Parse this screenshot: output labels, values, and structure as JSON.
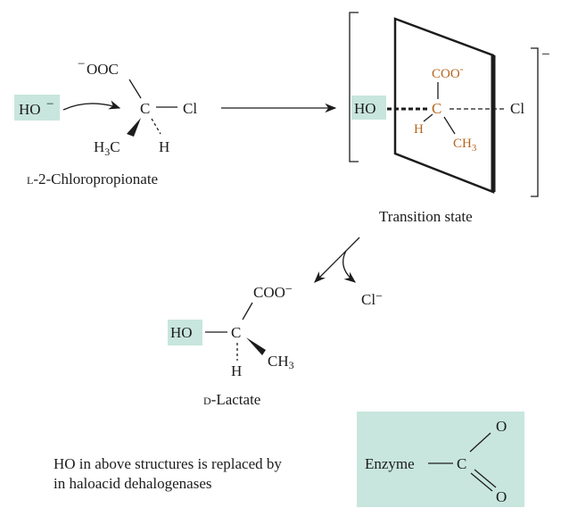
{
  "reactant": {
    "nucleophile": "HO",
    "charge": "−",
    "carboxylate": "OOC",
    "carbon": "C",
    "chlorine": "Cl",
    "methyl_h": "H",
    "methyl_sub": "3",
    "methyl_c": "C",
    "hydrogen": "H",
    "label_prefix": "l",
    "label": "-2-Chloropropionate"
  },
  "transition_state": {
    "nucleophile": "HO",
    "carboxylate": "COO",
    "charge": "-",
    "carbon": "C",
    "chlorine": "Cl",
    "hydrogen": "H",
    "methyl": "CH",
    "methyl_sub": "3",
    "overall_charge": "−",
    "label": "Transition state",
    "text_color": "#b5651d",
    "highlight_color": "#c8e6dd"
  },
  "leaving_group": {
    "chlorine": "Cl",
    "charge": "−"
  },
  "product": {
    "carboxylate": "COO",
    "charge": "−",
    "hydroxyl": "HO",
    "carbon": "C",
    "methyl": "CH",
    "methyl_sub": "3",
    "hydrogen": "H",
    "label_prefix": "d",
    "label": "-Lactate"
  },
  "note": {
    "line1": "HO in above structures is replaced by",
    "line2": "in haloacid dehalogenases",
    "enzyme": "Enzyme",
    "carbon": "C",
    "oxygen_top": "O",
    "oxygen_bottom": "O"
  }
}
